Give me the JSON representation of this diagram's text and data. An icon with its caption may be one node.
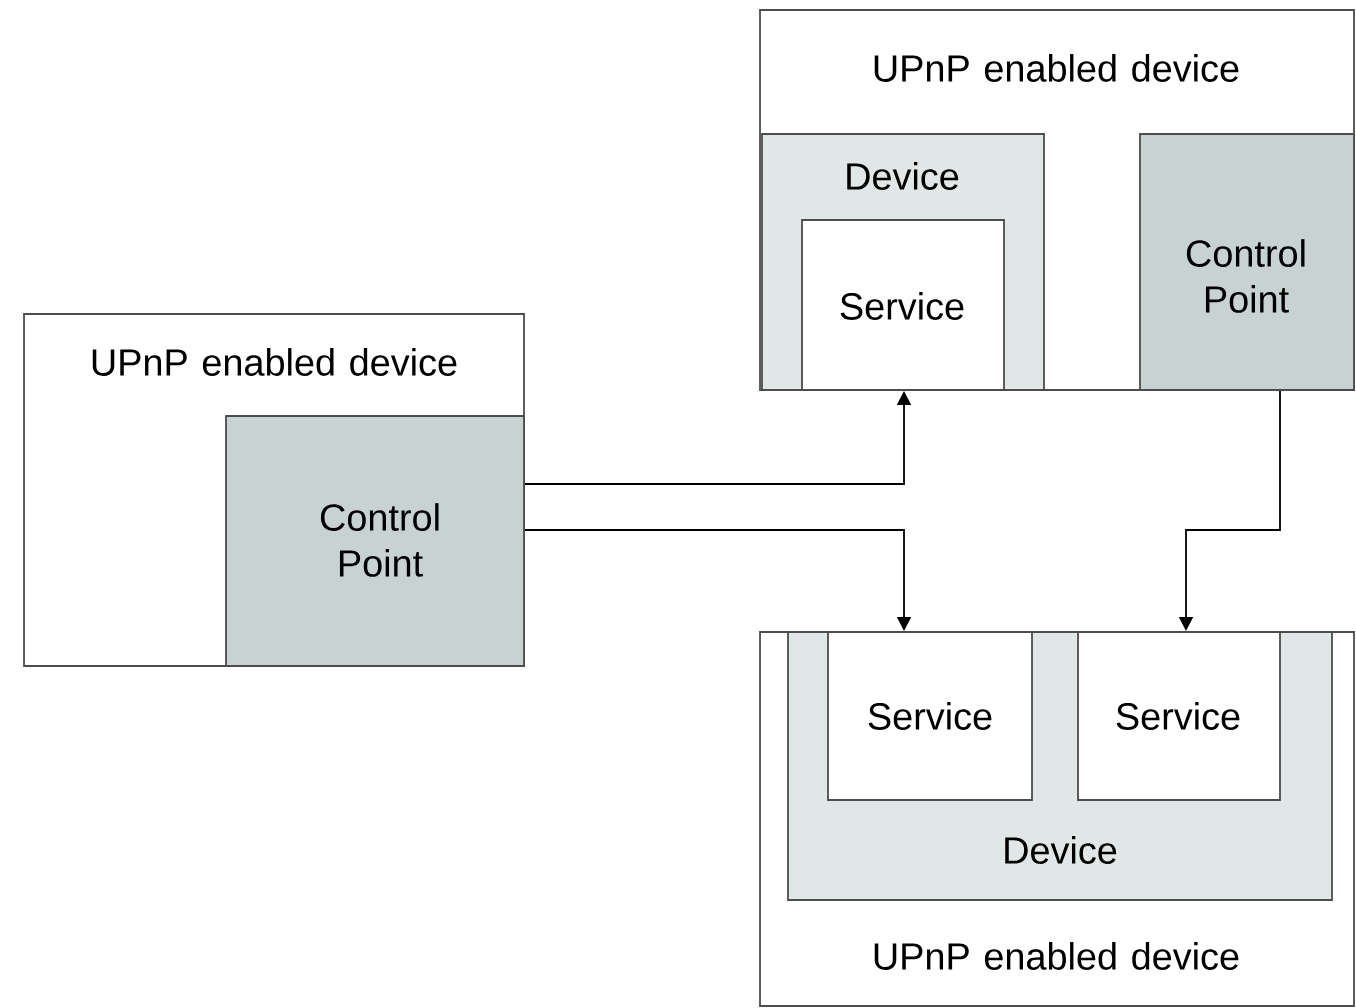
{
  "diagram": {
    "nodes": [
      {
        "text": [
          "UPnP enabled device"
        ]
      },
      {
        "text": [
          "Control Point"
        ],
        "in": 0
      },
      {
        "text": [
          "UPnP enabled device"
        ]
      },
      {
        "text": [
          "Device"
        ],
        "in": 2
      },
      {
        "text": [
          "Service"
        ],
        "in": 3
      },
      {
        "text": [
          "Control Point"
        ],
        "in": 2
      },
      {
        "text": [
          "UPnP enabled device"
        ]
      },
      {
        "text": [
          "Device"
        ],
        "in": 6
      },
      {
        "text": [
          "Service"
        ],
        "in": 7
      },
      {
        "text": [
          "Service"
        ],
        "in": 7
      }
    ],
    "edges": [
      {
        "from": 1,
        "to": 4,
        "arrow": "to"
      },
      {
        "from": 1,
        "to": 8,
        "arrow": "to"
      },
      {
        "from": 5,
        "to": 9,
        "arrow": "to"
      }
    ]
  }
}
